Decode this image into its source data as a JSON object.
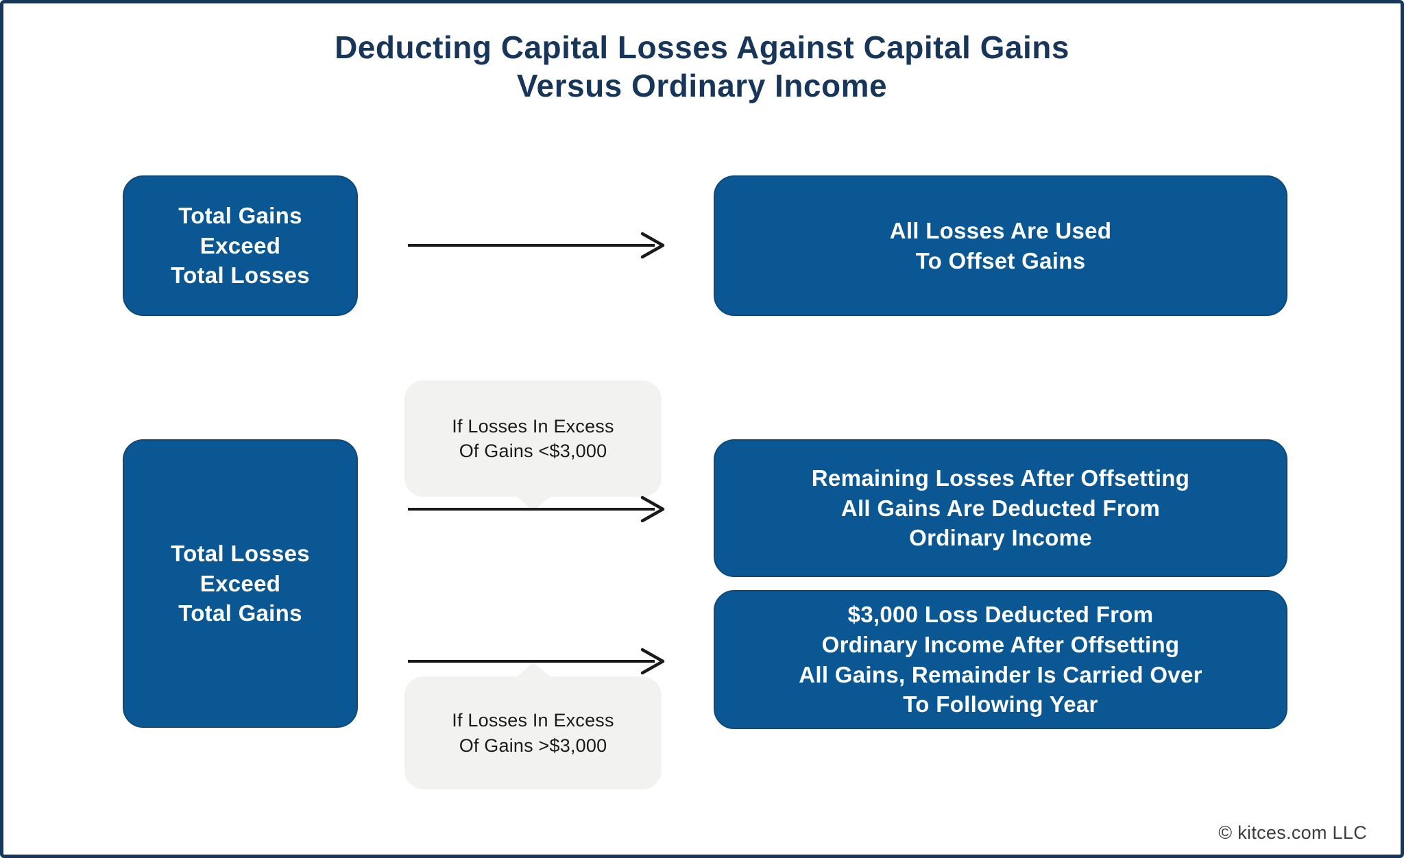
{
  "title": {
    "text": "Deducting Capital Losses Against Capital Gains\nVersus Ordinary Income"
  },
  "colors": {
    "box_blue": "#0b5794",
    "box_edge": "#0d4a7a",
    "title_navy": "#17365a",
    "frame_border": "#17365a",
    "callout_gray": "#f2f2f0",
    "arrow_black": "#1a1a1a",
    "box_text_white": "#ffffff"
  },
  "flow": {
    "scenario_gains_exceed": {
      "condition": {
        "text": "Total Gains\nExceed\nTotal Losses"
      },
      "outcome": {
        "text": "All Losses Are Used\nTo Offset Gains"
      }
    },
    "scenario_losses_exceed": {
      "condition": {
        "text": "Total Losses\nExceed\nTotal Gains"
      },
      "branch_under_3000": {
        "callout": {
          "text": "If Losses In Excess\nOf Gains <$3,000"
        },
        "outcome": {
          "text": "Remaining Losses After Offsetting\nAll Gains Are Deducted From\nOrdinary Income"
        }
      },
      "branch_over_3000": {
        "callout": {
          "text": "If Losses In Excess\nOf Gains >$3,000"
        },
        "outcome": {
          "text": "$3,000 Loss Deducted From\nOrdinary Income After Offsetting\nAll Gains, Remainder Is Carried Over\nTo Following Year"
        }
      }
    }
  },
  "footer": {
    "copyright": "© kitces.com LLC"
  }
}
